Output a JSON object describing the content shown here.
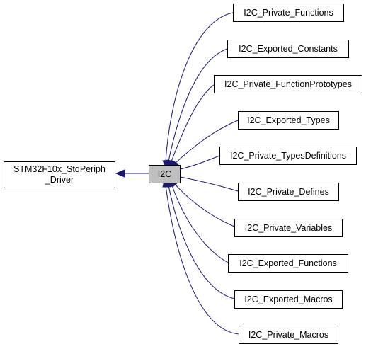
{
  "diagram": {
    "colors": {
      "edge": "#191970",
      "current_fill": "#bfbfbf",
      "box_fill": "#ffffff",
      "box_stroke": "#000000"
    },
    "parent": {
      "label_line1": "STM32F10x_StdPeriph",
      "label_line2": "_Driver"
    },
    "current": {
      "label": "I2C"
    },
    "children": [
      {
        "label": "I2C_Private_Functions"
      },
      {
        "label": "I2C_Exported_Constants"
      },
      {
        "label": "I2C_Private_FunctionPrototypes"
      },
      {
        "label": "I2C_Exported_Types"
      },
      {
        "label": "I2C_Private_TypesDefinitions"
      },
      {
        "label": "I2C_Private_Defines"
      },
      {
        "label": "I2C_Private_Variables"
      },
      {
        "label": "I2C_Exported_Functions"
      },
      {
        "label": "I2C_Exported_Macros"
      },
      {
        "label": "I2C_Private_Macros"
      }
    ]
  }
}
